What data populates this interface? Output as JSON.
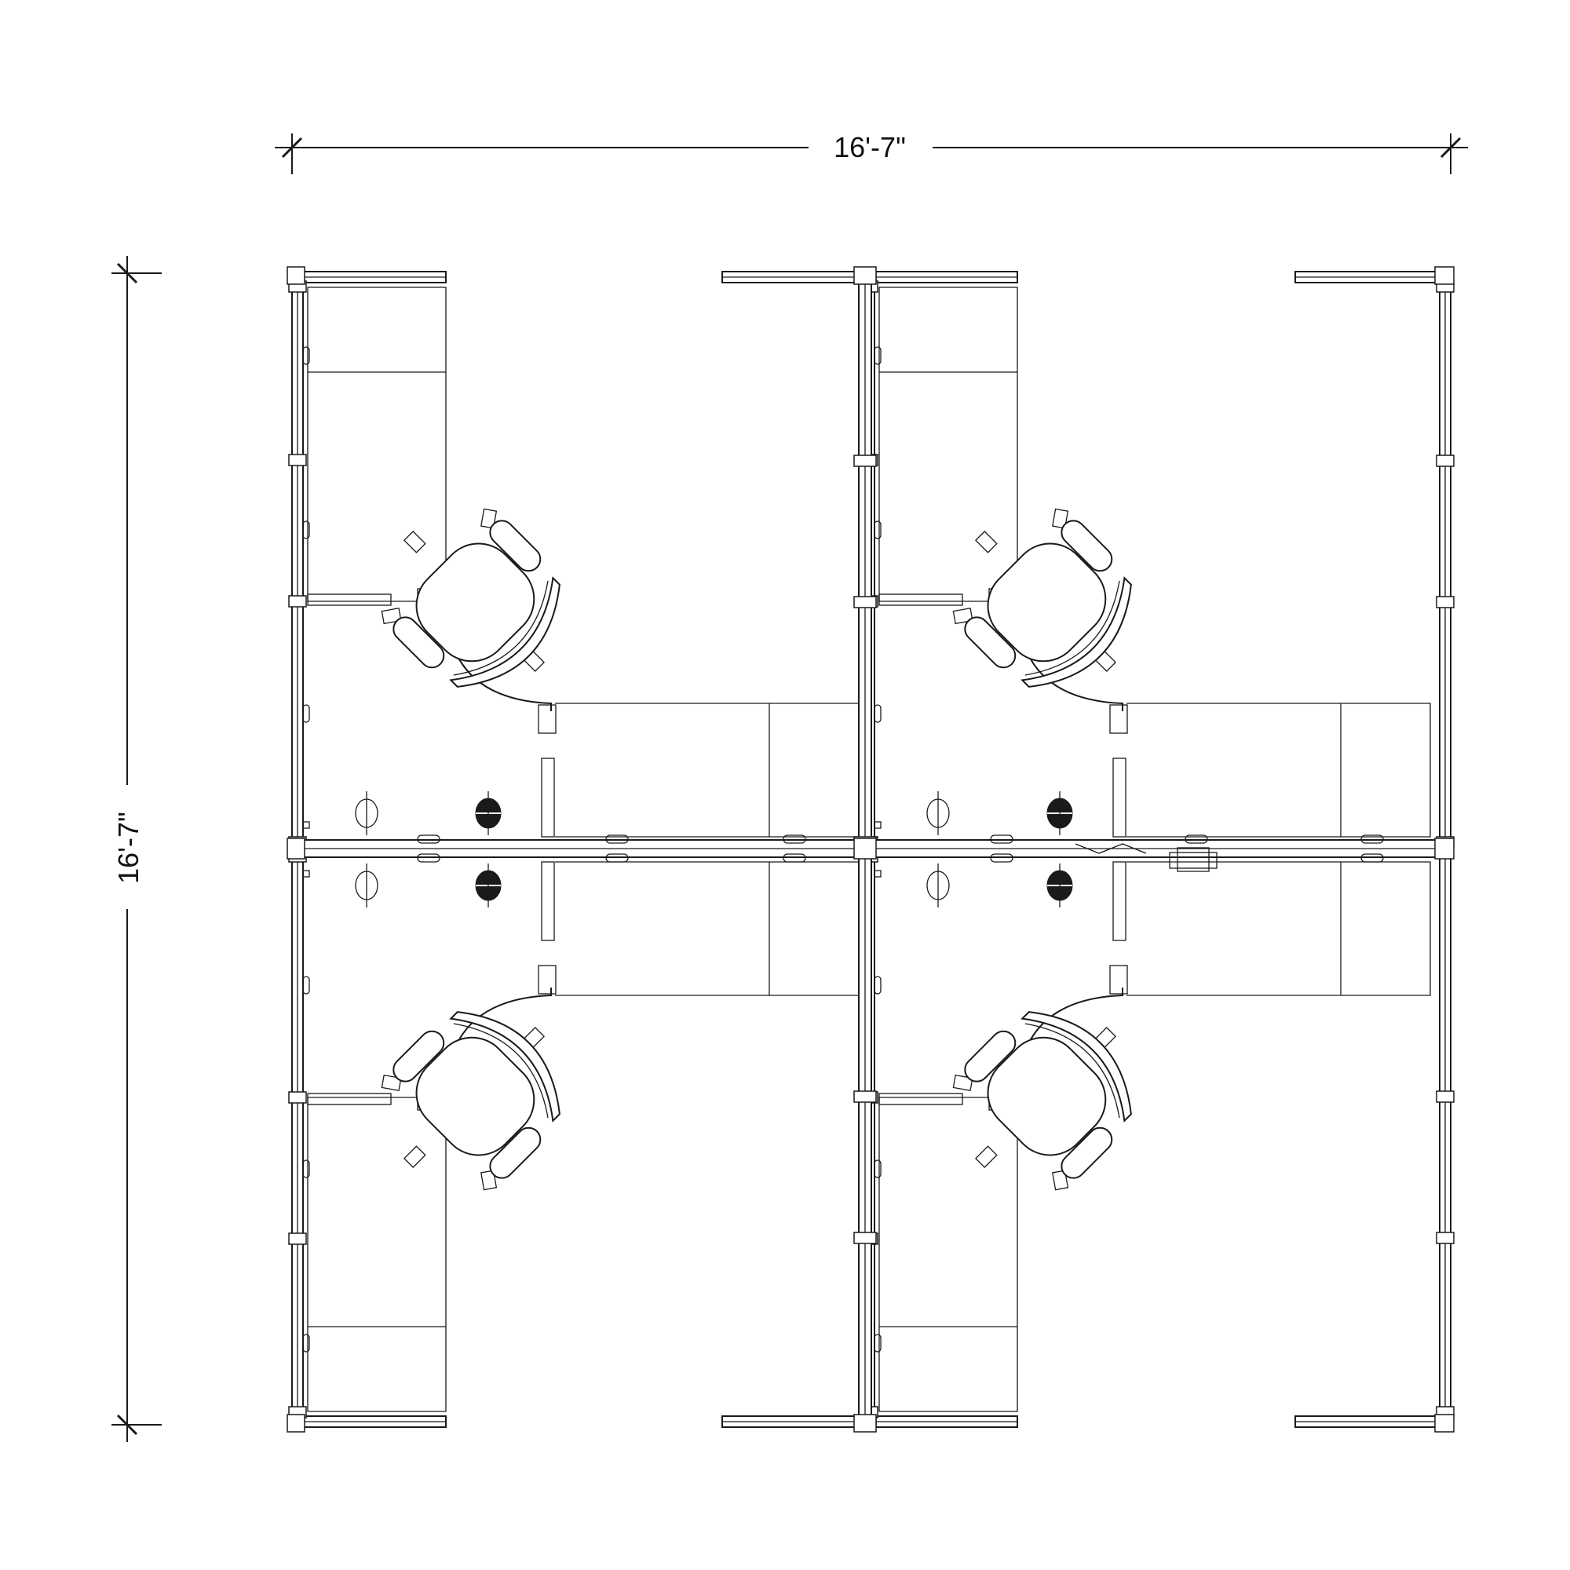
{
  "dimensions": {
    "width_label": "16'-7\"",
    "height_label": "16'-7\""
  },
  "colors": {
    "line": "#1a1a1a",
    "background": "#ffffff"
  },
  "workstations": [
    {
      "id": "top-left"
    },
    {
      "id": "top-right"
    },
    {
      "id": "bottom-left"
    },
    {
      "id": "bottom-right"
    }
  ]
}
